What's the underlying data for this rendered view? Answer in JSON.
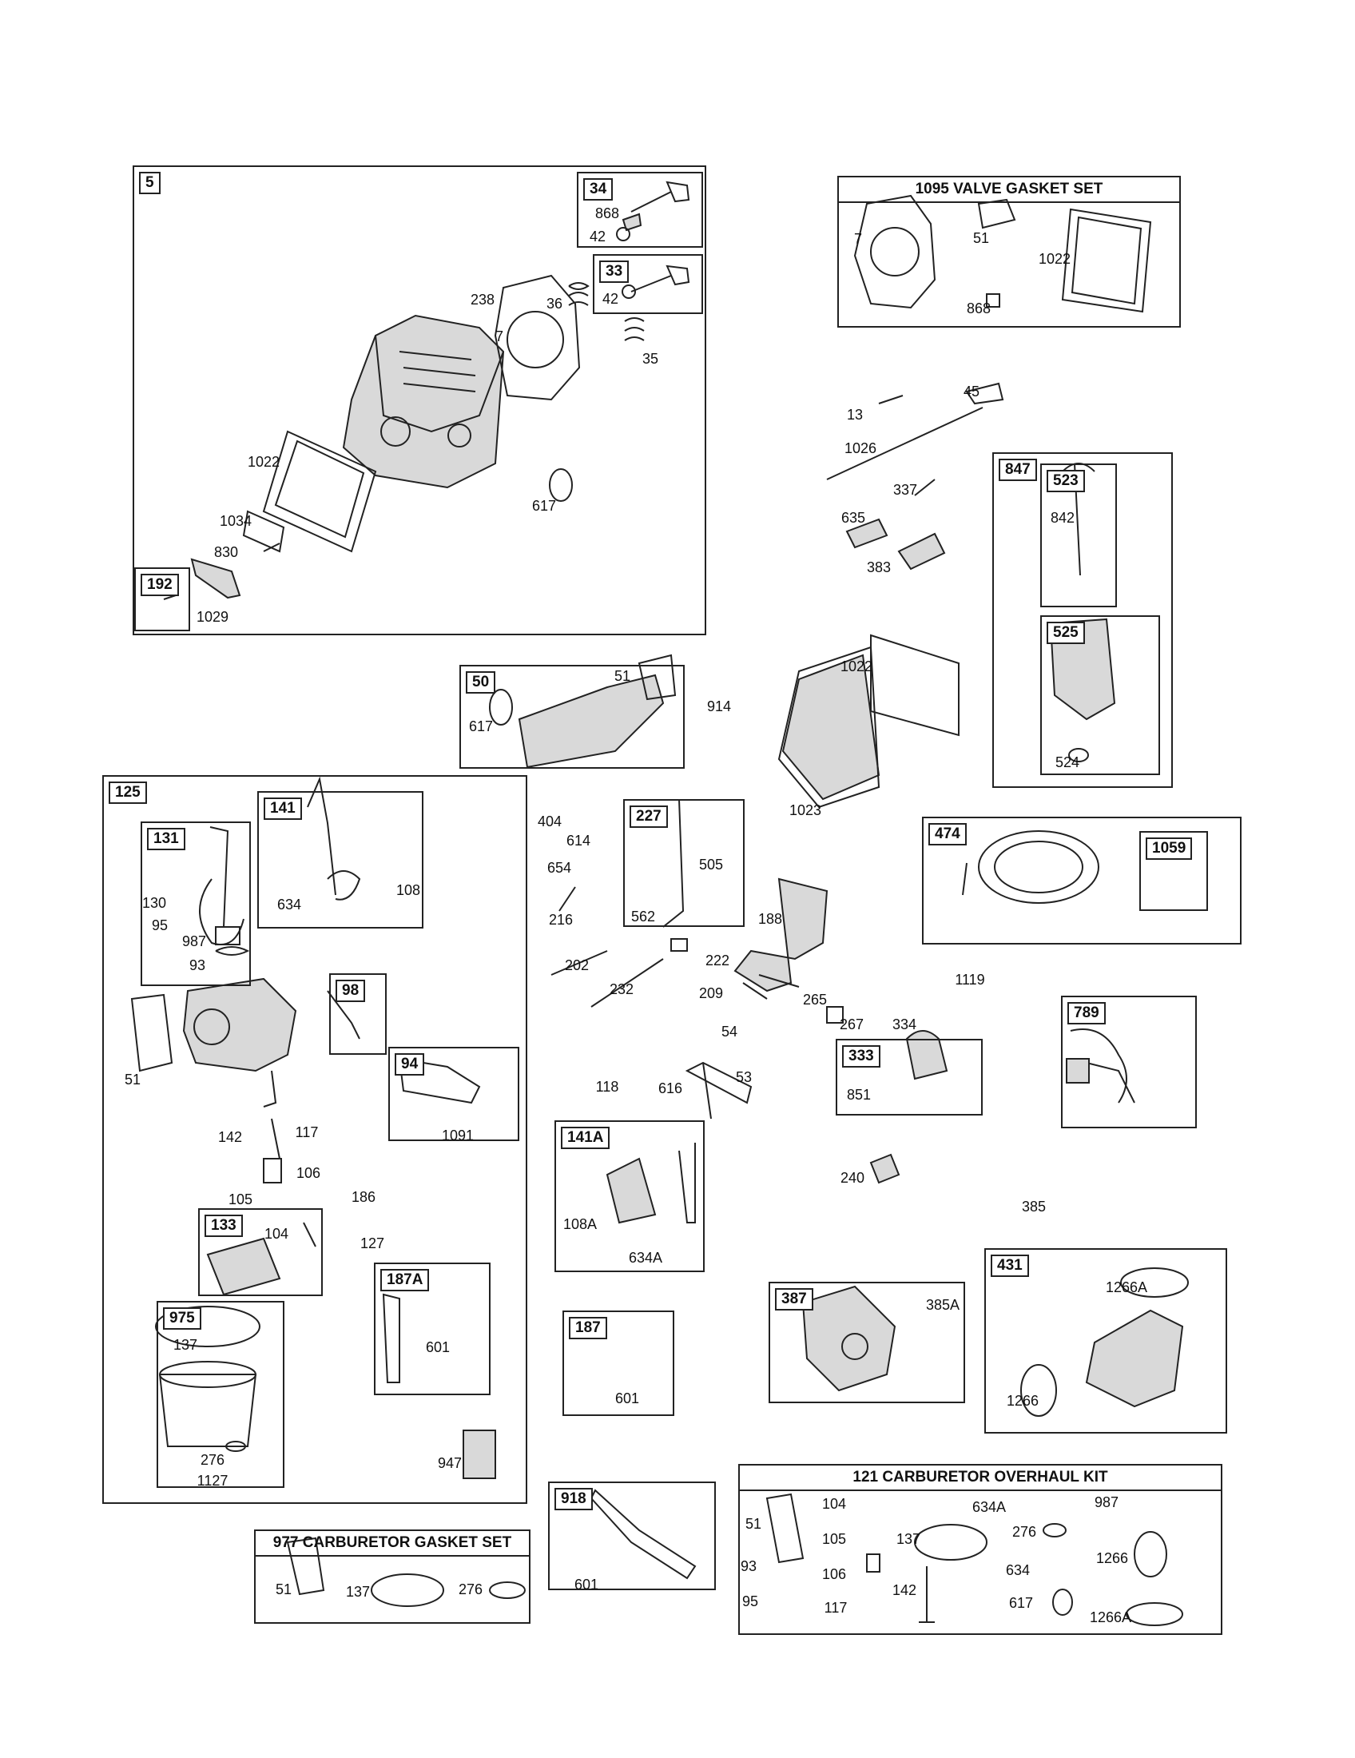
{
  "boxes": {
    "b5": "5",
    "b34": "34",
    "b33": "33",
    "b192": "192",
    "b847": "847",
    "b523": "523",
    "b525": "525",
    "b50": "50",
    "b125": "125",
    "b131": "131",
    "b141": "141",
    "b98": "98",
    "b94": "94",
    "b133": "133",
    "b975": "975",
    "b187a": "187A",
    "b227": "227",
    "b141a": "141A",
    "b187": "187",
    "b474": "474",
    "b1059": "1059",
    "b333": "333",
    "b789": "789",
    "b387": "387",
    "b431": "431",
    "b918": "918"
  },
  "kits": {
    "valve_gasket": "1095 VALVE GASKET SET",
    "carb_gasket": "977 CARBURETOR GASKET SET",
    "carb_overhaul": "121 CARBURETOR OVERHAUL KIT"
  },
  "labels": {
    "l868a": "868",
    "l42a": "42",
    "l42b": "42",
    "l238": "238",
    "l36": "36",
    "l7a": "7",
    "l35": "35",
    "l1022a": "1022",
    "l617a": "617",
    "l1034": "1034",
    "l830": "830",
    "l1029": "1029",
    "l7b": "7",
    "l51a": "51",
    "l1022b": "1022",
    "l868b": "868",
    "l13": "13",
    "l45": "45",
    "l1026": "1026",
    "l337": "337",
    "l635": "635",
    "l383": "383",
    "l842": "842",
    "l524": "524",
    "l617b": "617",
    "l51b": "51",
    "l914": "914",
    "l1022c": "1022",
    "l1023": "1023",
    "l130": "130",
    "l95a": "95",
    "l987a": "987",
    "l93a": "93",
    "l634a": "634",
    "l108a": "108",
    "l51c": "51",
    "l142a": "142",
    "l117a": "117",
    "l106a": "106",
    "l105a": "105",
    "l1091": "1091",
    "l104a": "104",
    "l186": "186",
    "l127": "127",
    "l137a": "137",
    "l276a": "276",
    "l1127": "1127",
    "l601a": "601",
    "l947": "947",
    "l404": "404",
    "l614": "614",
    "l654": "654",
    "l216": "216",
    "l505": "505",
    "l562": "562",
    "l188": "188",
    "l202": "202",
    "l222": "222",
    "l232": "232",
    "l209": "209",
    "l265": "265",
    "l267": "267",
    "l54": "54",
    "l334": "334",
    "l1119": "1119",
    "l118": "118",
    "l616": "616",
    "l53": "53",
    "l851": "851",
    "l108b": "108A",
    "l634b": "634A",
    "l601b": "601",
    "l240": "240",
    "l385": "385",
    "l385a": "385A",
    "l1266a": "1266A",
    "l1266": "1266",
    "l601c": "601",
    "l51d": "51",
    "l137b": "137",
    "l276b": "276",
    "k51": "51",
    "k104": "104",
    "k634a": "634A",
    "k987": "987",
    "k105": "105",
    "k137": "137",
    "k276": "276",
    "k93": "93",
    "k106": "106",
    "k634": "634",
    "k1266": "1266",
    "k95": "95",
    "k117": "117",
    "k142": "142",
    "k617": "617",
    "k1266a": "1266A"
  }
}
